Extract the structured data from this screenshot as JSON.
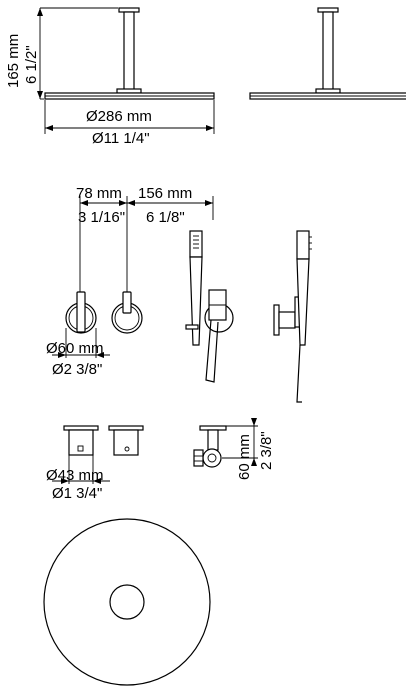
{
  "ceiling_shower": {
    "height_mm": "165 mm",
    "height_in": "6 1/2\"",
    "diameter_mm": "Ø286 mm",
    "diameter_in": "Ø11 1/4\""
  },
  "mixer_spacing": {
    "spacing_a_mm": "78 mm",
    "spacing_a_in": "3 1/16\"",
    "spacing_b_mm": "156 mm",
    "spacing_b_in": "6 1/8\""
  },
  "knob": {
    "diameter_mm": "Ø60 mm",
    "diameter_in": "Ø2 3/8\""
  },
  "spout": {
    "diameter_mm": "Ø43 mm",
    "diameter_in": "Ø1 3/4\""
  },
  "hand_shower_outlet": {
    "height_mm": "60 mm",
    "height_in": "2 3/8\""
  }
}
